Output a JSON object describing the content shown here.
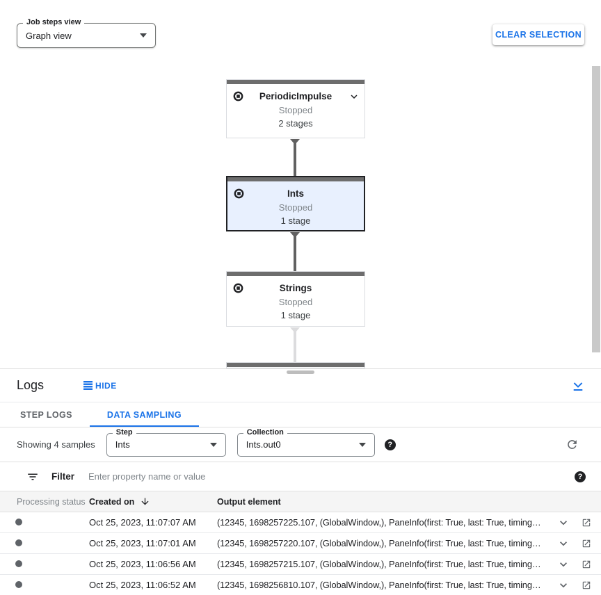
{
  "colors": {
    "accent": "#1a73e8",
    "selected_node_background": "#e8f0fe",
    "node_top_bar": "#6d6d6d",
    "status_text_gray": "#80868b"
  },
  "toolbar": {
    "view_select": {
      "label": "Job steps view",
      "value": "Graph view"
    },
    "clear_selection_label": "CLEAR SELECTION"
  },
  "graph": {
    "nodes": [
      {
        "title": "PeriodicImpulse",
        "status": "Stopped",
        "stages": "2 stages",
        "selected": false
      },
      {
        "title": "Ints",
        "status": "Stopped",
        "stages": "1 stage",
        "selected": true
      },
      {
        "title": "Strings",
        "status": "Stopped",
        "stages": "1 stage",
        "selected": false
      }
    ]
  },
  "logs_panel": {
    "title": "Logs",
    "hide_label": "HIDE",
    "tabs": [
      {
        "label": "STEP LOGS",
        "active": false
      },
      {
        "label": "DATA SAMPLING",
        "active": true
      }
    ],
    "sampling": {
      "summary": "Showing 4 samples",
      "step_select": {
        "label": "Step",
        "value": "Ints"
      },
      "collection_select": {
        "label": "Collection",
        "value": "Ints.out0"
      }
    },
    "filter": {
      "label": "Filter",
      "placeholder": "Enter property name or value"
    },
    "table": {
      "columns": [
        "Processing status",
        "Created on",
        "Output element"
      ],
      "rows": [
        {
          "created_on": "Oct 25, 2023, 11:07:07 AM",
          "output_element": "(12345, 1698257225.107, (GlobalWindow,), PaneInfo(first: True, last: True, timing…"
        },
        {
          "created_on": "Oct 25, 2023, 11:07:01 AM",
          "output_element": "(12345, 1698257220.107, (GlobalWindow,), PaneInfo(first: True, last: True, timing…"
        },
        {
          "created_on": "Oct 25, 2023, 11:06:56 AM",
          "output_element": "(12345, 1698257215.107, (GlobalWindow,), PaneInfo(first: True, last: True, timing…"
        },
        {
          "created_on": "Oct 25, 2023, 11:06:52 AM",
          "output_element": "(12345, 1698256810.107, (GlobalWindow,), PaneInfo(first: True, last: True, timing…"
        }
      ]
    }
  }
}
